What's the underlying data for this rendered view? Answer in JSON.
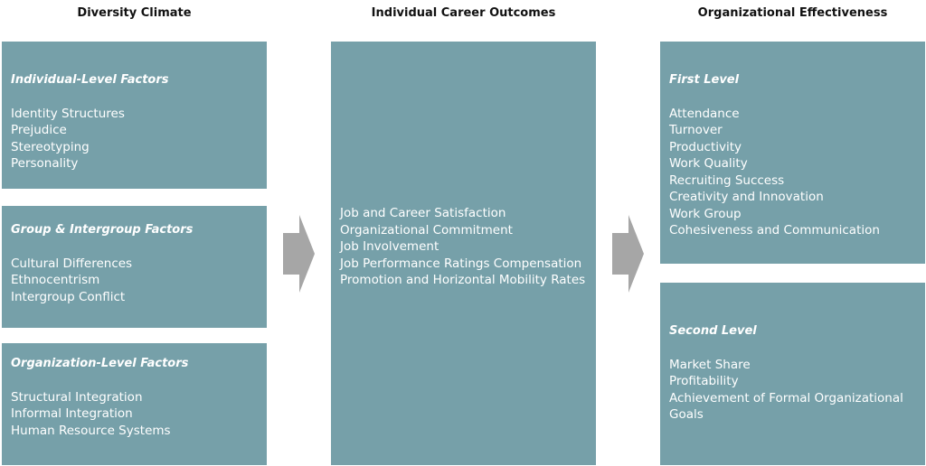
{
  "columns": {
    "left": {
      "header": "Diversity Climate",
      "boxes": [
        {
          "title": "Individual-Level Factors",
          "items": [
            "Identity Structures",
            "Prejudice",
            "Stereotyping",
            "Personality"
          ]
        },
        {
          "title": "Group & Intergroup Factors",
          "items": [
            "Cultural Differences",
            "Ethnocentrism",
            "Intergroup Conflict"
          ]
        },
        {
          "title": "Organization-Level Factors",
          "items": [
            "Structural Integration",
            "Informal Integration",
            "Human Resource Systems"
          ]
        }
      ]
    },
    "middle": {
      "header": "Individual Career Outcomes",
      "items": [
        "Job and Career Satisfaction",
        "Organizational Commitment",
        "Job Involvement",
        "Job Performance Ratings Compensation",
        "Promotion and Horizontal Mobility Rates"
      ]
    },
    "right": {
      "header": "Organizational Effectiveness",
      "boxes": [
        {
          "title": "First Level",
          "items": [
            "Attendance",
            "Turnover",
            "Productivity",
            "Work Quality",
            "Recruiting Success",
            "Creativity and Innovation",
            "Work Group",
            "Cohesiveness and Communication"
          ]
        },
        {
          "title": "Second Level",
          "items": [
            "Market Share",
            "Profitability",
            "Achievement of Formal Organizational",
            "Goals"
          ]
        }
      ]
    }
  },
  "colors": {
    "box_fill": "#76a0a9",
    "box_text": "#ffffff",
    "arrow_fill": "#a6a6a6"
  }
}
